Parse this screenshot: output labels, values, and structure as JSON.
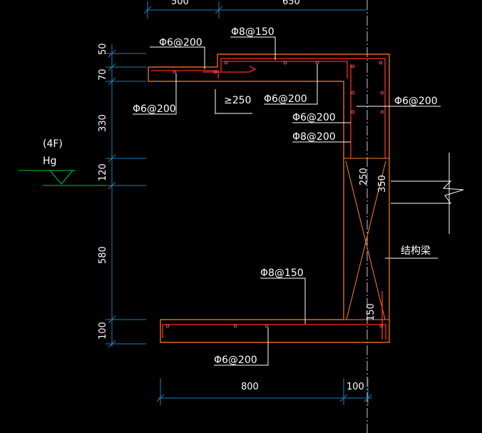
{
  "colors": {
    "background": "#000000",
    "dimension": "#1e7fb8",
    "outline": "#ff7f2a",
    "rebar": "#ff2a2a",
    "leader": "#ffffff",
    "level": "#00cc33",
    "text": "#ffffff"
  },
  "labels": {
    "top_dim_left": "500",
    "top_dim_right": "650",
    "rebar_top_left": "Φ6@200",
    "rebar_top_main": "Φ8@150",
    "rebar_left_lower": "Φ6@200",
    "min_length": "≥250",
    "rebar_inner_top": "Φ6@200",
    "rebar_right_upper": "Φ6@200",
    "rebar_vertical_1": "Φ6@200",
    "rebar_vertical_2": "Φ8@200",
    "rebar_bottom_main": "Φ8@150",
    "rebar_bottom_dist": "Φ6@200",
    "structural_beam": "结构梁",
    "level_floor": "(4F)",
    "level_name": "Hg"
  },
  "dims": {
    "left_col": [
      "50",
      "70",
      "330",
      "120",
      "580",
      "100"
    ],
    "bottom_800": "800",
    "bottom_100": "100",
    "opening_250": "250",
    "opening_350": "350",
    "opening_150": "150"
  }
}
